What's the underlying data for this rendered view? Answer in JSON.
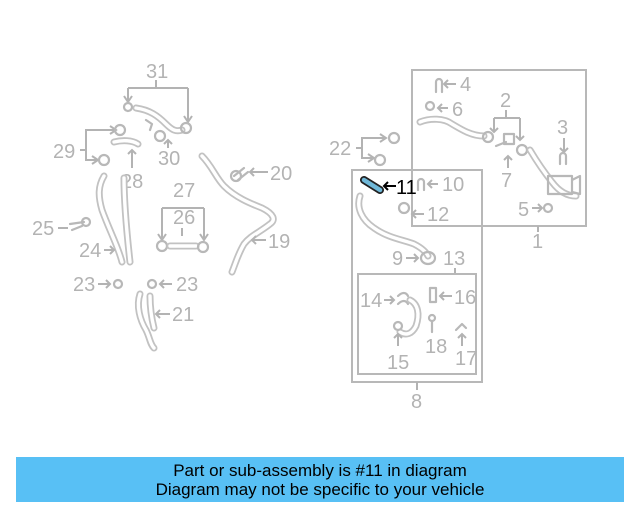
{
  "diagram": {
    "callouts": [
      "31",
      "29",
      "30",
      "28",
      "27",
      "26",
      "25",
      "24",
      "23",
      "23",
      "22",
      "21",
      "20",
      "19",
      "4",
      "6",
      "2",
      "3",
      "7",
      "5",
      "1",
      "11",
      "10",
      "12",
      "9",
      "13",
      "14",
      "16",
      "18",
      "15",
      "17",
      "8"
    ],
    "highlighted_part": "11",
    "colors": {
      "line": "#b8b8b8",
      "label": "#b3b3b3",
      "highlight": "#000000",
      "highlight_part": "#6fb8d8",
      "banner": "#58c0f5"
    }
  },
  "banner": {
    "line1": "Part or sub-assembly is #11 in diagram",
    "line2": "Diagram may not be specific to your vehicle"
  }
}
